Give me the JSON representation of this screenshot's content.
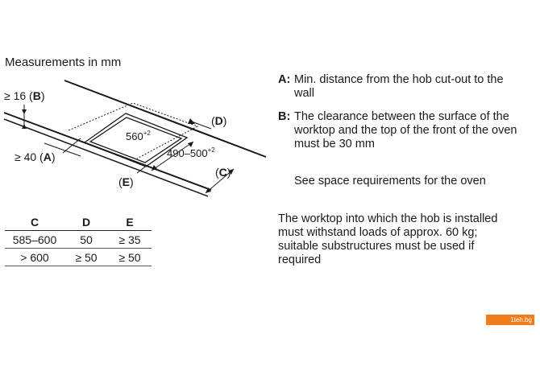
{
  "heading": "Measurements in mm",
  "diagram": {
    "label_b": "≥ 16 (B)",
    "label_a": "≥ 40 (A)",
    "label_d": "(D)",
    "label_c": "(C)",
    "label_e": "(E)",
    "cutout_width": "560",
    "cutout_width_tol": "+2",
    "cutout_depth": "490–500",
    "cutout_depth_tol": "+2"
  },
  "table": {
    "headers": [
      "C",
      "D",
      "E"
    ],
    "rows": [
      [
        "585–600",
        "50",
        "≥ 35"
      ],
      [
        "> 600",
        "≥ 50",
        "≥ 50"
      ]
    ]
  },
  "notes": {
    "a_key": "A:",
    "a_text": "Min. distance from the hob cut-out to the wall",
    "b_key": "B:",
    "b_text": "The clearance between the surface of the worktop and the top of the front of the oven must be 30 mm",
    "oven_text": "See space requirements for the oven",
    "load_text": "The worktop into which the hob is installed must withstand loads of approx. 60 kg; suitable substructures must be used if required"
  },
  "watermark": "1teh.bg"
}
